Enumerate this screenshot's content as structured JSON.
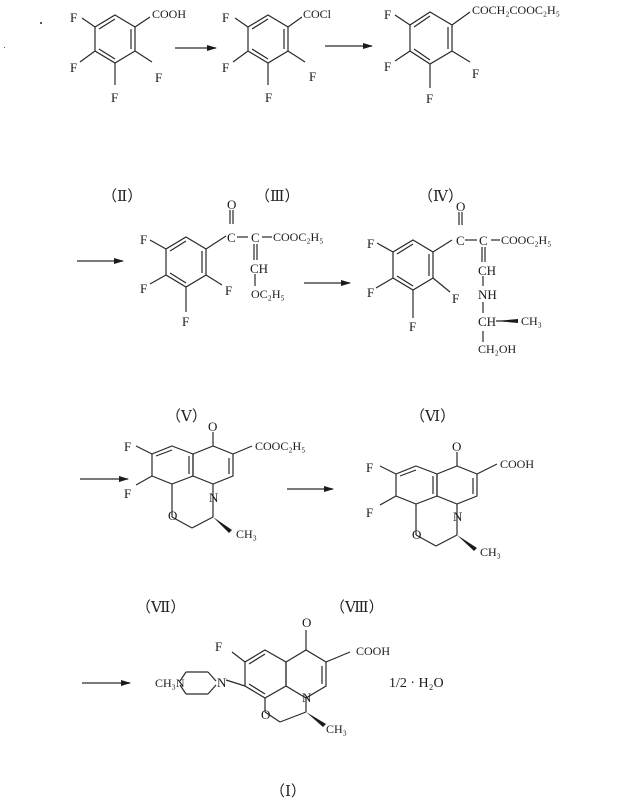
{
  "diagram": {
    "type": "chemical-reaction-scheme",
    "compounds": [
      {
        "id": "II",
        "label": "（Ⅱ）",
        "substituent": "COOH",
        "fluorines": [
          "F",
          "F",
          "F",
          "F"
        ]
      },
      {
        "id": "III",
        "label": "（Ⅲ）",
        "substituent": "COCl",
        "fluorines": [
          "F",
          "F",
          "F",
          "F"
        ]
      },
      {
        "id": "IV",
        "label": "（Ⅳ）",
        "substituent": "COCH2COOC2H5",
        "fluorines": [
          "F",
          "F",
          "F",
          "F"
        ]
      },
      {
        "id": "V",
        "label": "（Ⅴ）",
        "groups": [
          "O",
          "COOC2H5",
          "CH",
          "OC2H5"
        ],
        "fluorines": [
          "F",
          "F",
          "F",
          "F"
        ]
      },
      {
        "id": "VI",
        "label": "（Ⅵ）",
        "groups": [
          "O",
          "COOC2H5",
          "CH",
          "NH",
          "CH",
          "CH3",
          "CH2OH"
        ],
        "fluorines": [
          "F",
          "F",
          "F",
          "F"
        ]
      },
      {
        "id": "VII",
        "label": "（Ⅶ）",
        "groups": [
          "O",
          "COOC2H5",
          "N",
          "O",
          "CH3"
        ],
        "fluorines": [
          "F",
          "F"
        ]
      },
      {
        "id": "VIII",
        "label": "（Ⅷ）",
        "groups": [
          "O",
          "COOH",
          "N",
          "O",
          "CH3"
        ],
        "fluorines": [
          "F",
          "F"
        ]
      },
      {
        "id": "I",
        "label": "（Ⅰ）",
        "groups": [
          "O",
          "COOH",
          "CH3N",
          "N",
          "N",
          "O",
          "CH3"
        ],
        "fluorines": [
          "F"
        ],
        "hydrate": "1/2·H2O"
      }
    ],
    "atoms": {
      "F": "F",
      "O": "O",
      "N": "N",
      "COOH": "COOH",
      "COCl": "COCl",
      "COCH2COOC2H5": "COCH₂COOC₂H₅",
      "COOC2H5": "COOC₂H₅",
      "C": "C",
      "CH": "CH",
      "OC2H5": "OC₂H₅",
      "NH": "NH",
      "CH3": "CH₃",
      "CH2OH": "CH₂OH",
      "CH3N": "CH₃N",
      "hydrate": "1/2 · H₂O"
    },
    "colors": {
      "ink": "#1a1a1a",
      "background": "#ffffff"
    }
  }
}
